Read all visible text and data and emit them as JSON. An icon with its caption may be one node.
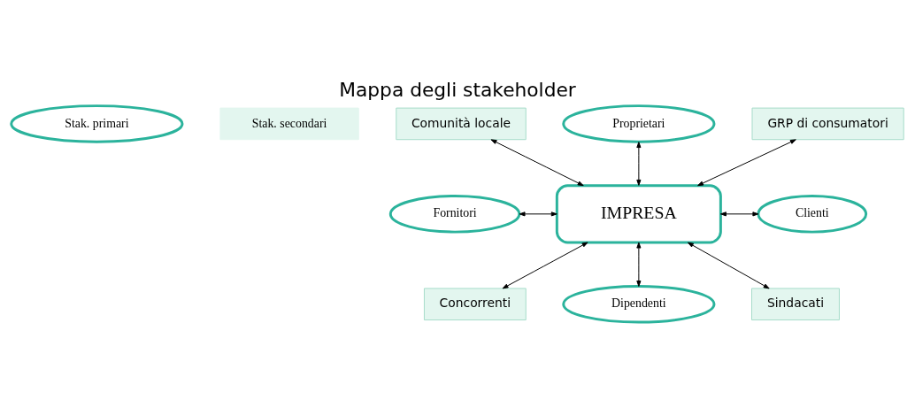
{
  "diagram": {
    "title": "Mappa degli stakeholder",
    "nodes": [
      {
        "text": [
          "Stak. primari"
        ]
      },
      {
        "text": [
          "Stak. secondari"
        ]
      },
      {
        "text": [
          "Comunità locale"
        ]
      },
      {
        "text": [
          "Proprietari"
        ]
      },
      {
        "text": [
          "GRP di consumatori"
        ]
      },
      {
        "text": [
          "Fornitori"
        ]
      },
      {
        "text": [
          "IMPRESA"
        ]
      },
      {
        "text": [
          "Clienti"
        ]
      },
      {
        "text": [
          "Concorrenti"
        ]
      },
      {
        "text": [
          "Dipendenti"
        ]
      },
      {
        "text": [
          "Sindacati"
        ]
      }
    ],
    "edges": [
      {
        "from": 2,
        "to": 6,
        "arrow": "both"
      },
      {
        "from": 3,
        "to": 6,
        "arrow": "both"
      },
      {
        "from": 4,
        "to": 6,
        "arrow": "both"
      },
      {
        "from": 5,
        "to": 6,
        "arrow": "both"
      },
      {
        "from": 6,
        "to": 7,
        "arrow": "both"
      },
      {
        "from": 6,
        "to": 8,
        "arrow": "both"
      },
      {
        "from": 6,
        "to": 9,
        "arrow": "both"
      },
      {
        "from": 6,
        "to": 10,
        "arrow": "both"
      }
    ]
  }
}
